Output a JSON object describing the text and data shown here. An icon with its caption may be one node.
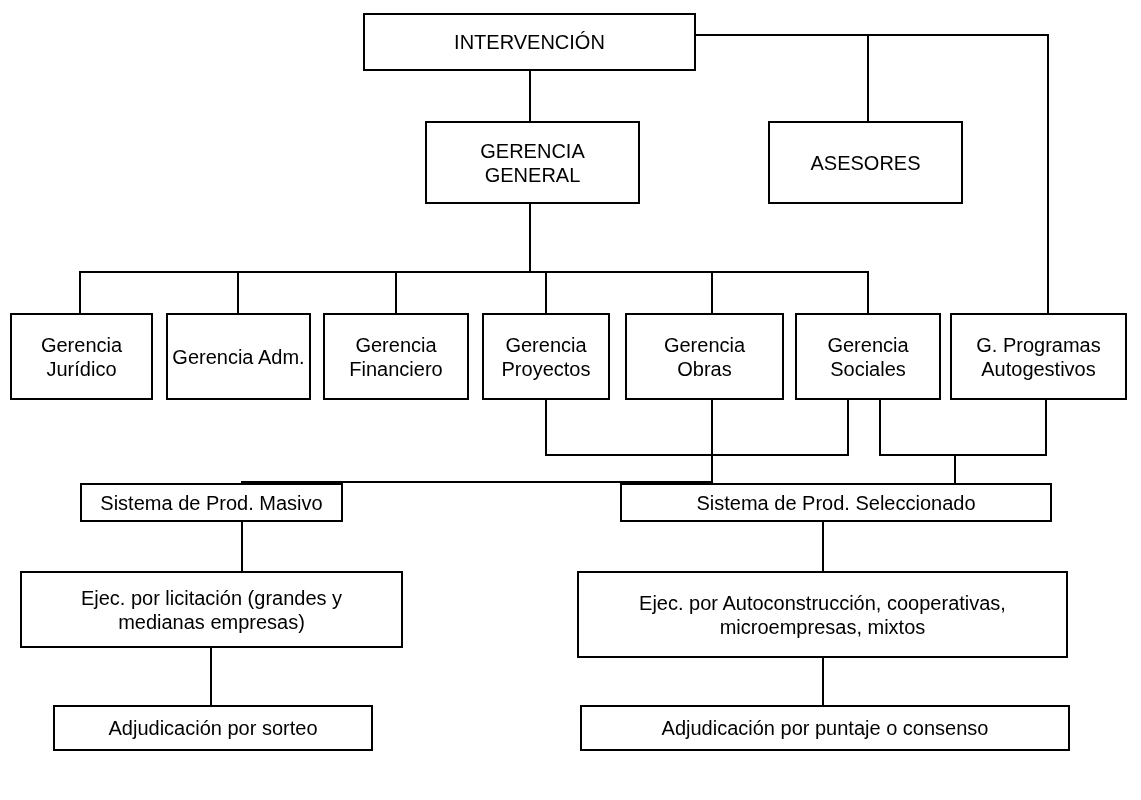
{
  "diagram": {
    "nodes": [
      {
        "text": [
          "INTERVENCIÓN"
        ]
      },
      {
        "text": [
          "GERENCIA GENERAL"
        ]
      },
      {
        "text": [
          "ASESORES"
        ]
      },
      {
        "text": [
          "Gerencia Jurídico"
        ]
      },
      {
        "text": [
          "Gerencia Adm."
        ]
      },
      {
        "text": [
          "Gerencia Financiero"
        ]
      },
      {
        "text": [
          "Gerencia Proyectos"
        ]
      },
      {
        "text": [
          "Gerencia Obras"
        ]
      },
      {
        "text": [
          "Gerencia Sociales"
        ]
      },
      {
        "text": [
          "G. Programas Autogestivos"
        ]
      },
      {
        "text": [
          "Sistema de Prod. Masivo"
        ]
      },
      {
        "text": [
          "Sistema de Prod. Seleccionado"
        ]
      },
      {
        "text": [
          "Ejec. por licitación (grandes y medianas empresas)"
        ]
      },
      {
        "text": [
          "Ejec. por Autoconstrucción, cooperativas, microempresas, mixtos"
        ]
      },
      {
        "text": [
          "Adjudicación por sorteo"
        ]
      },
      {
        "text": [
          "Adjudicación por puntaje o consenso"
        ]
      }
    ],
    "edges": [
      {
        "from": 0,
        "to": 1,
        "arrow": "none"
      },
      {
        "from": 0,
        "to": 2,
        "arrow": "none"
      },
      {
        "from": 0,
        "to": 9,
        "arrow": "none"
      },
      {
        "from": 1,
        "to": 3,
        "arrow": "none"
      },
      {
        "from": 1,
        "to": 4,
        "arrow": "none"
      },
      {
        "from": 1,
        "to": 5,
        "arrow": "none"
      },
      {
        "from": 1,
        "to": 6,
        "arrow": "none"
      },
      {
        "from": 1,
        "to": 7,
        "arrow": "none"
      },
      {
        "from": 1,
        "to": 8,
        "arrow": "none"
      },
      {
        "from": 6,
        "to": 10,
        "arrow": "none"
      },
      {
        "from": 7,
        "to": 10,
        "arrow": "none"
      },
      {
        "from": 8,
        "to": 10,
        "arrow": "none"
      },
      {
        "from": 8,
        "to": 11,
        "arrow": "none"
      },
      {
        "from": 9,
        "to": 11,
        "arrow": "none"
      },
      {
        "from": 10,
        "to": 12,
        "arrow": "none"
      },
      {
        "from": 12,
        "to": 14,
        "arrow": "none"
      },
      {
        "from": 11,
        "to": 13,
        "arrow": "none"
      },
      {
        "from": 13,
        "to": 15,
        "arrow": "none"
      }
    ]
  }
}
